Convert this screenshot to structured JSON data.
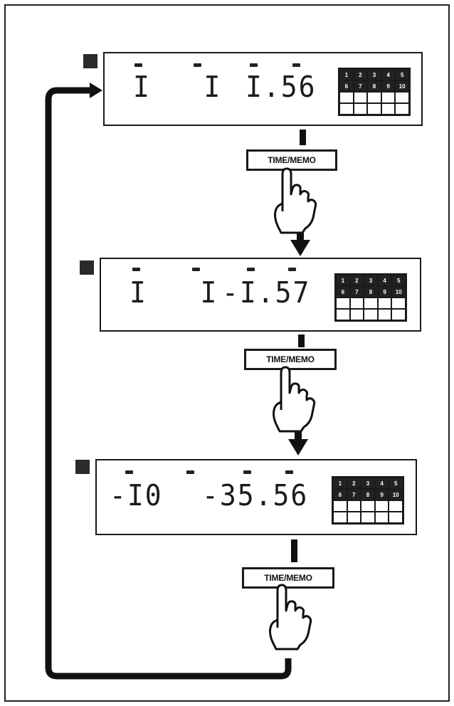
{
  "steps": [
    {
      "display_left": "I   I",
      "display_time": "I.56",
      "grid_numbers": [
        "1",
        "2",
        "3",
        "4",
        "5",
        "6",
        "7",
        "8",
        "9",
        "10"
      ],
      "button_label": "TIME/MEMO"
    },
    {
      "display_left": "I   I",
      "display_time": "-I.57",
      "grid_numbers": [
        "1",
        "2",
        "3",
        "4",
        "5",
        "6",
        "7",
        "8",
        "9",
        "10"
      ],
      "button_label": "TIME/MEMO"
    },
    {
      "display_left": "-I0",
      "display_time": "-35.56",
      "grid_numbers": [
        "1",
        "2",
        "3",
        "4",
        "5",
        "6",
        "7",
        "8",
        "9",
        "10"
      ],
      "button_label": "TIME/MEMO"
    }
  ]
}
